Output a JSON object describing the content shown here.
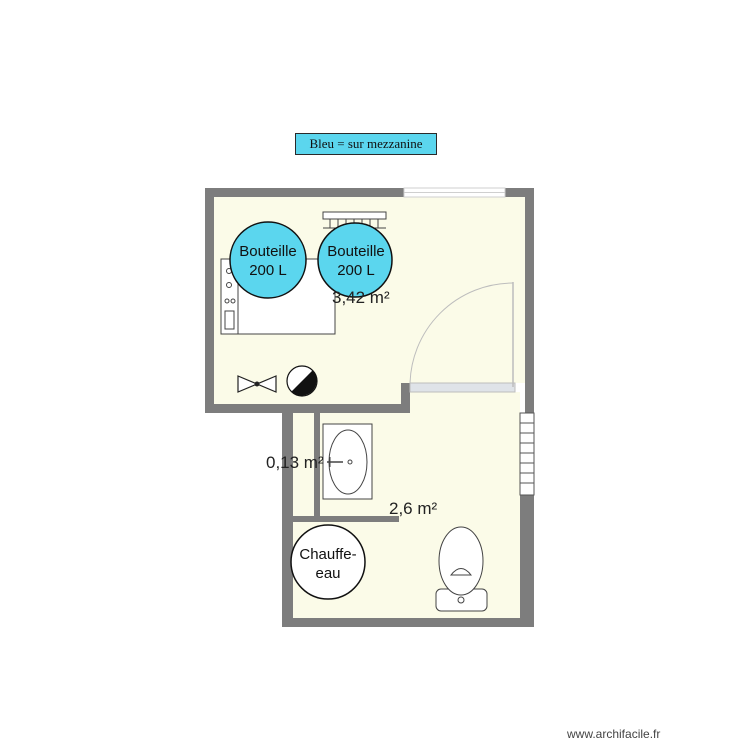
{
  "note": "Bleu = sur mezzanine",
  "rooms": [
    {
      "area": "3,42 m²"
    },
    {
      "area": "0,13 m²"
    },
    {
      "area": "2,6 m²"
    }
  ],
  "bottles": [
    {
      "line1": "Bouteille",
      "line2": "200 L"
    },
    {
      "line1": "Bouteille",
      "line2": "200 L"
    }
  ],
  "water_heater": {
    "line1": "Chauffe-",
    "line2": "eau"
  },
  "watermark": "www.archifacile.fr",
  "colors": {
    "floor": "#fbfbe8",
    "wall": "#7d7d7d",
    "mezzanine": "#5bd6ee"
  }
}
